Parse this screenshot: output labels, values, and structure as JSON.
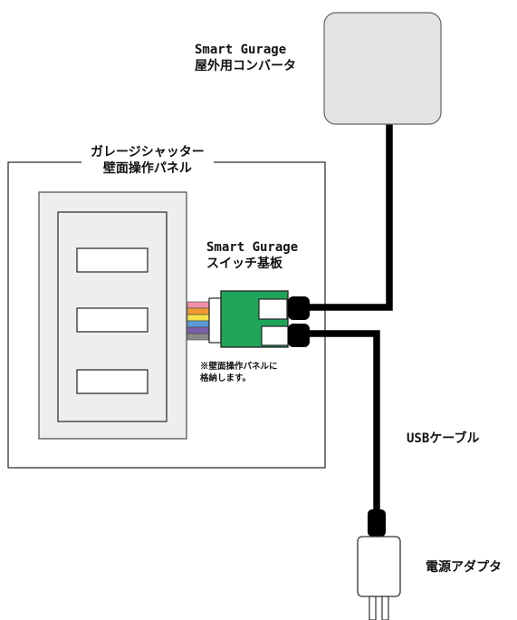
{
  "converter": {
    "line1": "Smart Gurage",
    "line2": "屋外用コンバータ"
  },
  "wall_panel": {
    "line1": "ガレージシャッター",
    "line2": "壁面操作パネル"
  },
  "switch_board": {
    "line1": "Smart Gurage",
    "line2": "スイッチ基板"
  },
  "storage_note": {
    "line1": "※壁面操作パネルに",
    "line2": "格納します。"
  },
  "usb_cable": {
    "label": "USBケーブル"
  },
  "power_adapter": {
    "label": "電源アダプタ"
  },
  "colors": {
    "converter_fill": "#e3e3e3",
    "panel_fill": "#eeeeee",
    "board_green": "#1fa45a",
    "cable_black": "#000000",
    "ribbon_wires": [
      "#f08fa5",
      "#f29a30",
      "#f3e24a",
      "#5b9bd5",
      "#7b5ea7",
      "#8a8a8a"
    ]
  }
}
